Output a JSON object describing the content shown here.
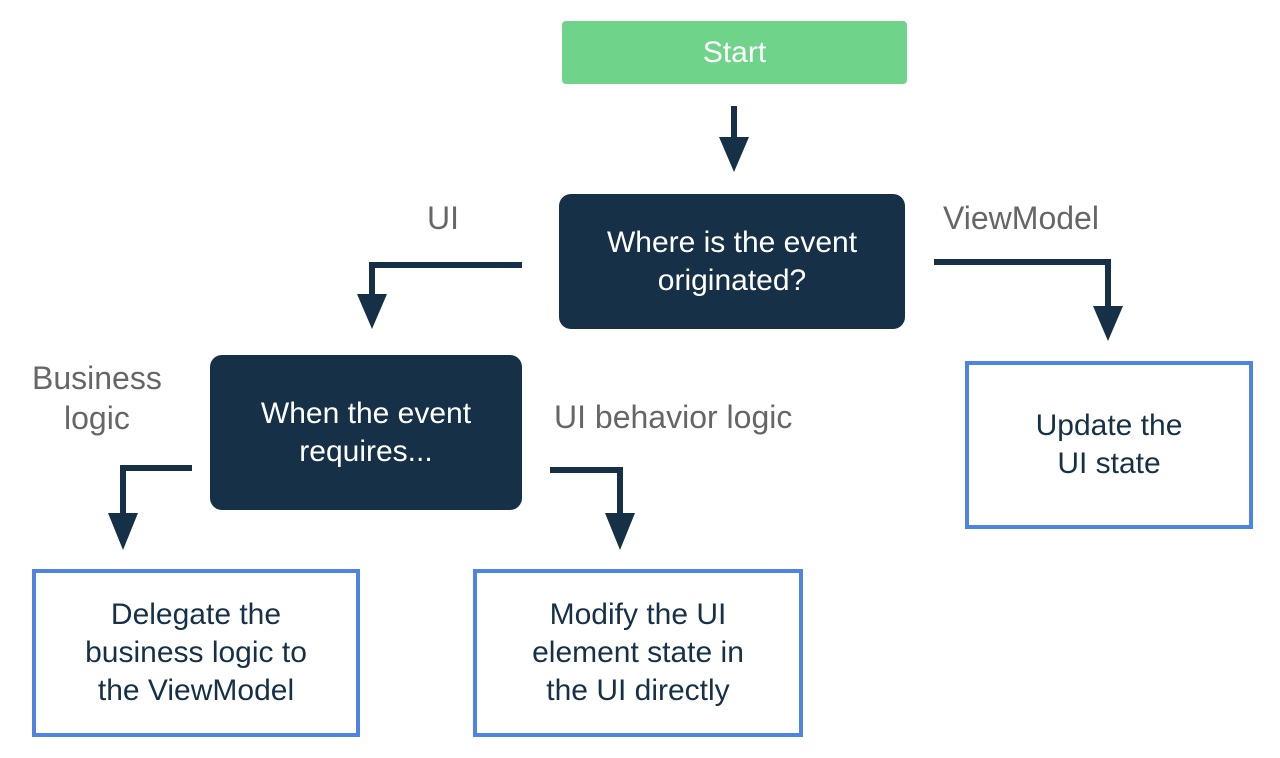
{
  "colors": {
    "start": "#6fd48a",
    "decision": "#163047",
    "action_border": "#4f84e2",
    "label": "#666666",
    "arrow": "#163047"
  },
  "nodes": {
    "start": "Start",
    "origin_question": "Where is the event\noriginated?",
    "requires_question": "When the event\nrequires...",
    "update_ui_state": "Update the\nUI state",
    "delegate_logic": "Delegate the\nbusiness logic to\nthe ViewModel",
    "modify_ui": "Modify the UI\nelement state in\nthe UI directly"
  },
  "edges": {
    "ui": "UI",
    "viewmodel": "ViewModel",
    "business_logic": "Business\nlogic",
    "ui_behavior_logic": "UI behavior logic"
  }
}
